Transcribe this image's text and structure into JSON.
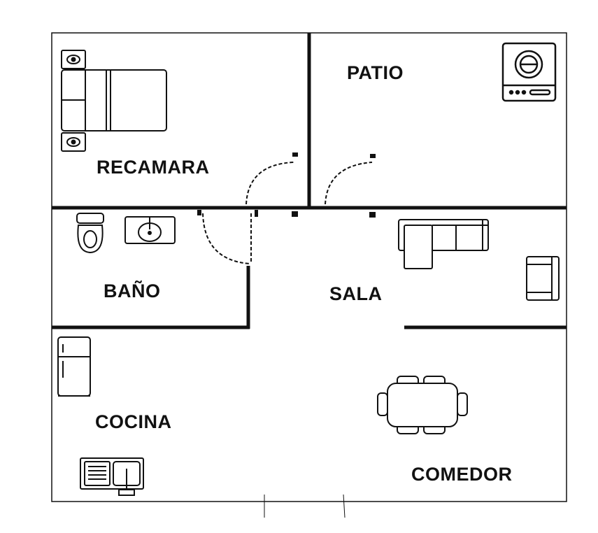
{
  "rooms": {
    "recamara": "RECAMARA",
    "patio": "PATIO",
    "bano": "BAÑO",
    "sala": "SALA",
    "cocina": "COCINA",
    "comedor": "COMEDOR"
  },
  "colors": {
    "wall": "#111111",
    "background": "#ffffff"
  }
}
